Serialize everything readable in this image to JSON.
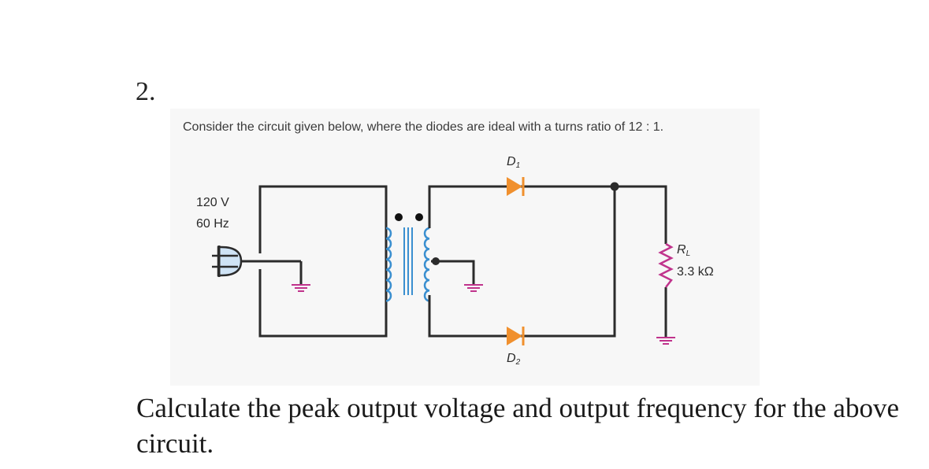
{
  "question": {
    "number": "2.",
    "intro": "Consider the circuit given below, where the diodes are ideal with a turns ratio of 12 : 1.",
    "prompt": "Calculate the peak output voltage and output frequency for the above circuit."
  },
  "circuit": {
    "source": {
      "voltage": "120 V",
      "frequency": "60 Hz"
    },
    "diode_top": {
      "letter": "D",
      "subscript": "1"
    },
    "diode_bottom": {
      "letter": "D",
      "subscript": "2"
    },
    "load": {
      "letter": "R",
      "subscript": "L",
      "value": "3.3 kΩ"
    }
  },
  "colors": {
    "wire": "#2b2b2b",
    "diode": "#f0902e",
    "coil": "#3a8fd0",
    "ground": "#c0338c",
    "resistor": "#c0338c",
    "plug": "#cfe3f5"
  }
}
